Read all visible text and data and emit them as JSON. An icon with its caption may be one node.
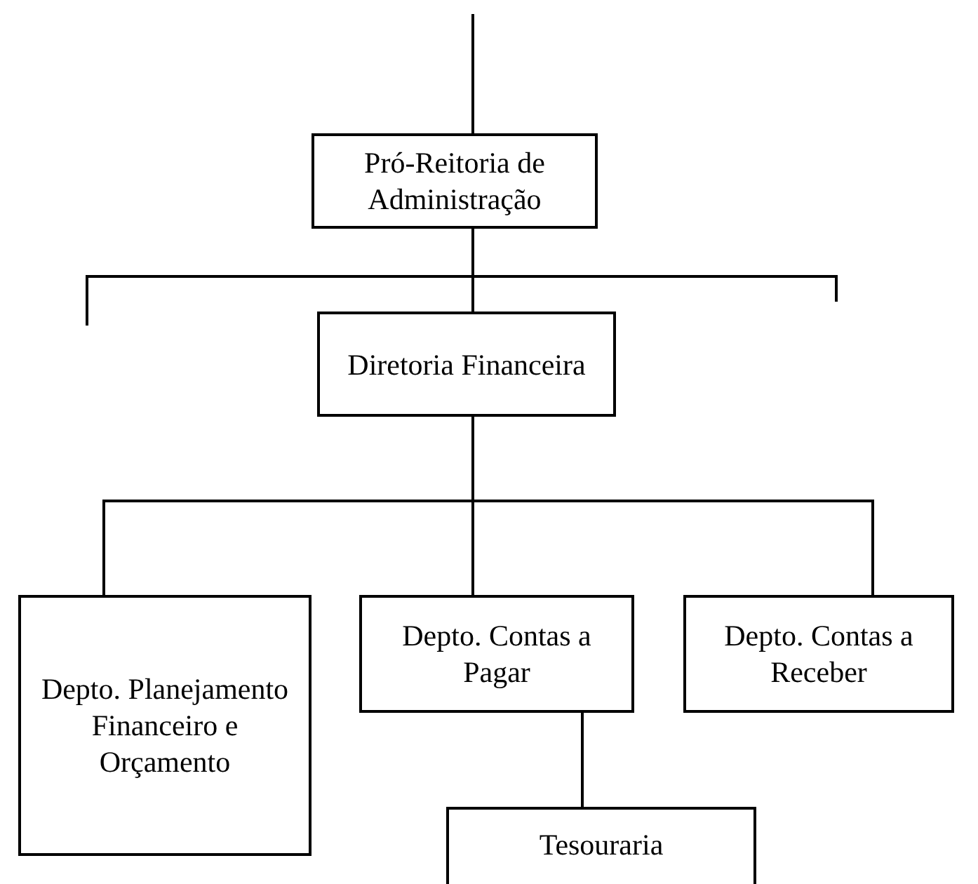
{
  "diagram": {
    "nodes": [
      {
        "text": [
          "Pró-Reitoria de Administração"
        ]
      },
      {
        "text": [
          "Diretoria Financeira"
        ]
      },
      {
        "text": [
          "Depto. Planejamento Financeiro e Orçamento"
        ]
      },
      {
        "text": [
          "Depto. Contas a Pagar"
        ]
      },
      {
        "text": [
          "Depto. Contas a Receber"
        ]
      },
      {
        "text": [
          "Tesouraria"
        ]
      }
    ],
    "edges": [
      {
        "from": null,
        "to": 0,
        "arrow": "none"
      },
      {
        "from": 0,
        "to": null,
        "arrow": "none"
      },
      {
        "from": 0,
        "to": 1,
        "arrow": "none"
      },
      {
        "from": 0,
        "to": null,
        "arrow": "none"
      },
      {
        "from": 1,
        "to": 2,
        "arrow": "none"
      },
      {
        "from": 1,
        "to": 3,
        "arrow": "none"
      },
      {
        "from": 1,
        "to": 4,
        "arrow": "none"
      },
      {
        "from": 3,
        "to": 5,
        "arrow": "none"
      }
    ]
  }
}
